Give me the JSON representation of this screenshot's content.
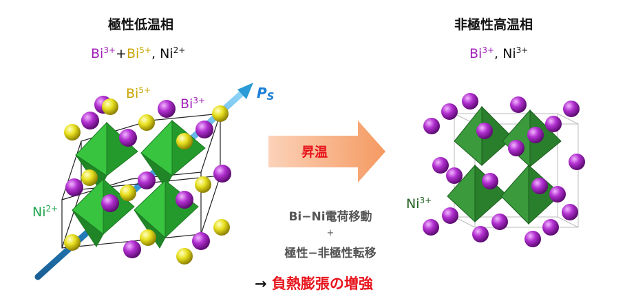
{
  "left": {
    "title": "極性低温相",
    "formula": {
      "bi3": "Bi",
      "bi3_charge": "3+",
      "plus": "+",
      "bi5": "Bi",
      "bi5_charge": "5+",
      "sep": ", ",
      "ni": "Ni",
      "ni_charge": "2+"
    },
    "labels": {
      "bi5": "Bi",
      "bi5_charge": "5+",
      "bi3": "Bi",
      "bi3_charge": "3+",
      "ni": "Ni",
      "ni_charge": "2+",
      "ps": "P",
      "ps_sub": "S"
    }
  },
  "right": {
    "title": "非極性高温相",
    "formula": {
      "bi": "Bi",
      "bi_charge": "3+",
      "sep": ", ",
      "ni": "Ni",
      "ni_charge": "3+"
    },
    "labels": {
      "ni": "Ni",
      "ni_charge": "3+"
    }
  },
  "arrow": {
    "label": "昇温"
  },
  "mechanism": {
    "line1": "Bi−Ni電荷移動",
    "plus": "+",
    "line2": "極性−非極性転移"
  },
  "result": {
    "arrow": "→",
    "text": "負熱膨張の増強"
  },
  "colors": {
    "bi3": "#a21fb8",
    "bi5": "#c9a400",
    "ni2_label": "#1aa64a",
    "ni3_label": "#1f5f1f",
    "octahedron_left": "#2fb83a",
    "octahedron_right": "#2a8a2e",
    "heating_arrow": "#f7a877",
    "ps_arrow": "#2a9bd6",
    "result_text": "#e8141c"
  }
}
